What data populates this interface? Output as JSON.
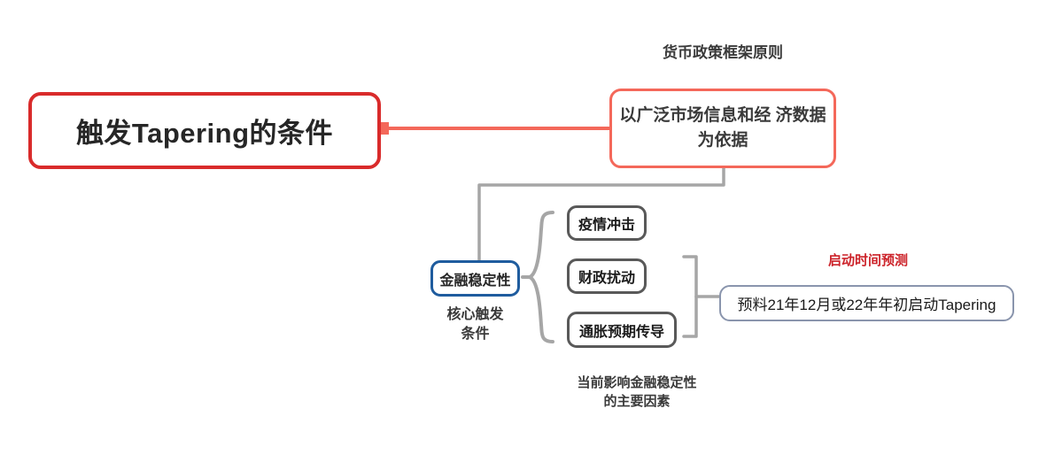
{
  "diagram": {
    "type": "mind-map",
    "background": "#ffffff",
    "colors": {
      "root_border": "#D92B2B",
      "principle_border": "#F4685A",
      "stability_border": "#1F5C9E",
      "factor_border": "#595959",
      "forecast_border": "#8A95AD",
      "connector_grey": "#A6A6A6",
      "connector_red": "#F4685A",
      "forecast_caption": "#CC2229",
      "text": "#262626"
    }
  },
  "root": {
    "label": "触发Tapering的条件"
  },
  "principle": {
    "caption": "货币政策框架原则",
    "label": "以广泛市场信息和经\n济数据为依据"
  },
  "stability": {
    "label": "金融稳定性",
    "caption": "核心触发\n条件"
  },
  "factors": {
    "caption": "当前影响金融稳定性\n的主要因素",
    "items": [
      {
        "label": "疫情冲击"
      },
      {
        "label": "财政扰动"
      },
      {
        "label": "通胀预期传导"
      }
    ]
  },
  "forecast": {
    "caption": "启动时间预测",
    "label": "预料21年12月或22年年初启动Tapering"
  }
}
